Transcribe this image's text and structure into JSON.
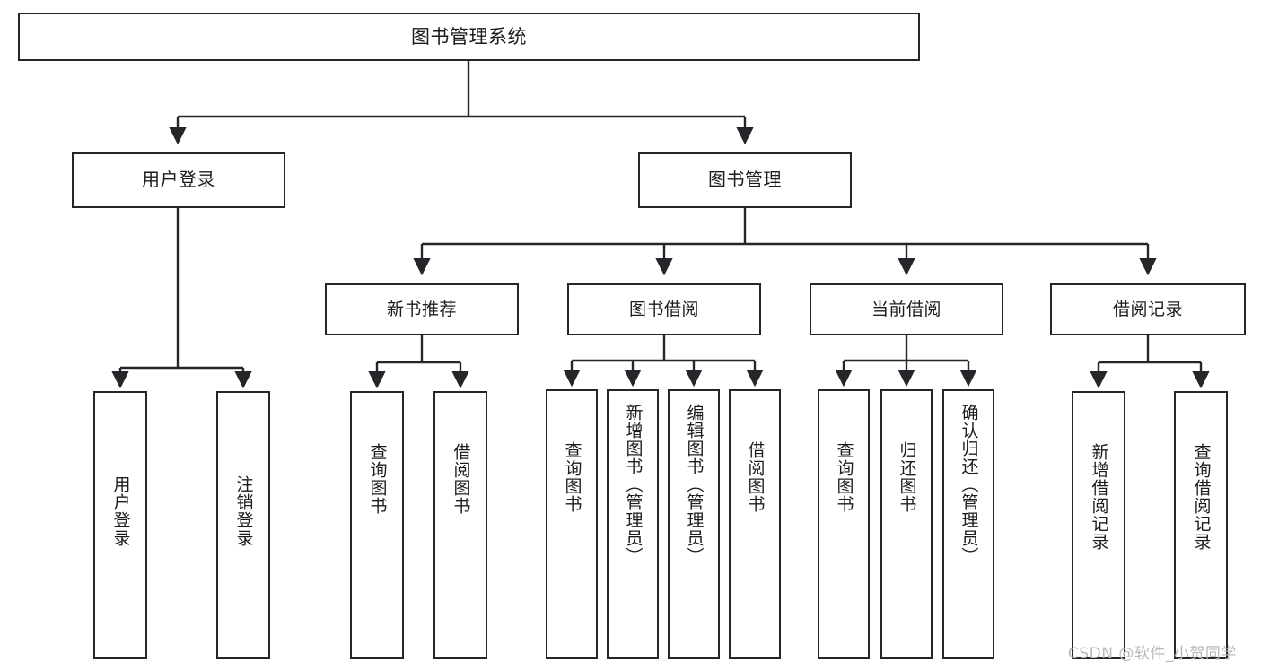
{
  "diagram": {
    "type": "hierarchy-tree",
    "title": "图书管理系统",
    "root": {
      "id": "root",
      "label": "图书管理系统"
    },
    "level2": [
      {
        "id": "user-login",
        "label": "用户登录"
      },
      {
        "id": "book-management",
        "label": "图书管理"
      }
    ],
    "level3": [
      {
        "id": "new-book-recommend",
        "label": "新书推荐",
        "parent": "book-management"
      },
      {
        "id": "book-borrow",
        "label": "图书借阅",
        "parent": "book-management"
      },
      {
        "id": "current-borrow",
        "label": "当前借阅",
        "parent": "book-management"
      },
      {
        "id": "borrow-record",
        "label": "借阅记录",
        "parent": "book-management"
      }
    ],
    "leaves": [
      {
        "id": "leaf-user-login",
        "label": "用户登录",
        "parent": "user-login"
      },
      {
        "id": "leaf-logout",
        "label": "注销登录",
        "parent": "user-login"
      },
      {
        "id": "leaf-query-book-1",
        "label": "查询图书",
        "parent": "new-book-recommend"
      },
      {
        "id": "leaf-borrow-book-1",
        "label": "借阅图书",
        "parent": "new-book-recommend"
      },
      {
        "id": "leaf-query-book-2",
        "label": "查询图书",
        "parent": "book-borrow"
      },
      {
        "id": "leaf-add-book",
        "label": "新增图书（管理员）",
        "parent": "book-borrow"
      },
      {
        "id": "leaf-edit-book",
        "label": "编辑图书（管理员）",
        "parent": "book-borrow"
      },
      {
        "id": "leaf-borrow-book-2",
        "label": "借阅图书",
        "parent": "book-borrow"
      },
      {
        "id": "leaf-query-book-3",
        "label": "查询图书",
        "parent": "current-borrow"
      },
      {
        "id": "leaf-return-book",
        "label": "归还图书",
        "parent": "current-borrow"
      },
      {
        "id": "leaf-confirm-return",
        "label": "确认归还（管理员）",
        "parent": "current-borrow"
      },
      {
        "id": "leaf-add-record",
        "label": "新增借阅记录",
        "parent": "borrow-record"
      },
      {
        "id": "leaf-query-record",
        "label": "查询借阅记录",
        "parent": "borrow-record"
      }
    ],
    "watermark": "CSDN @软件_小贺同学",
    "colors": {
      "box_border": "#26262a",
      "box_fill": "#ffffff",
      "connector": "#26262a",
      "text": "#1c1c1e",
      "watermark": "#b9b9bc",
      "background": "#ffffff"
    }
  }
}
